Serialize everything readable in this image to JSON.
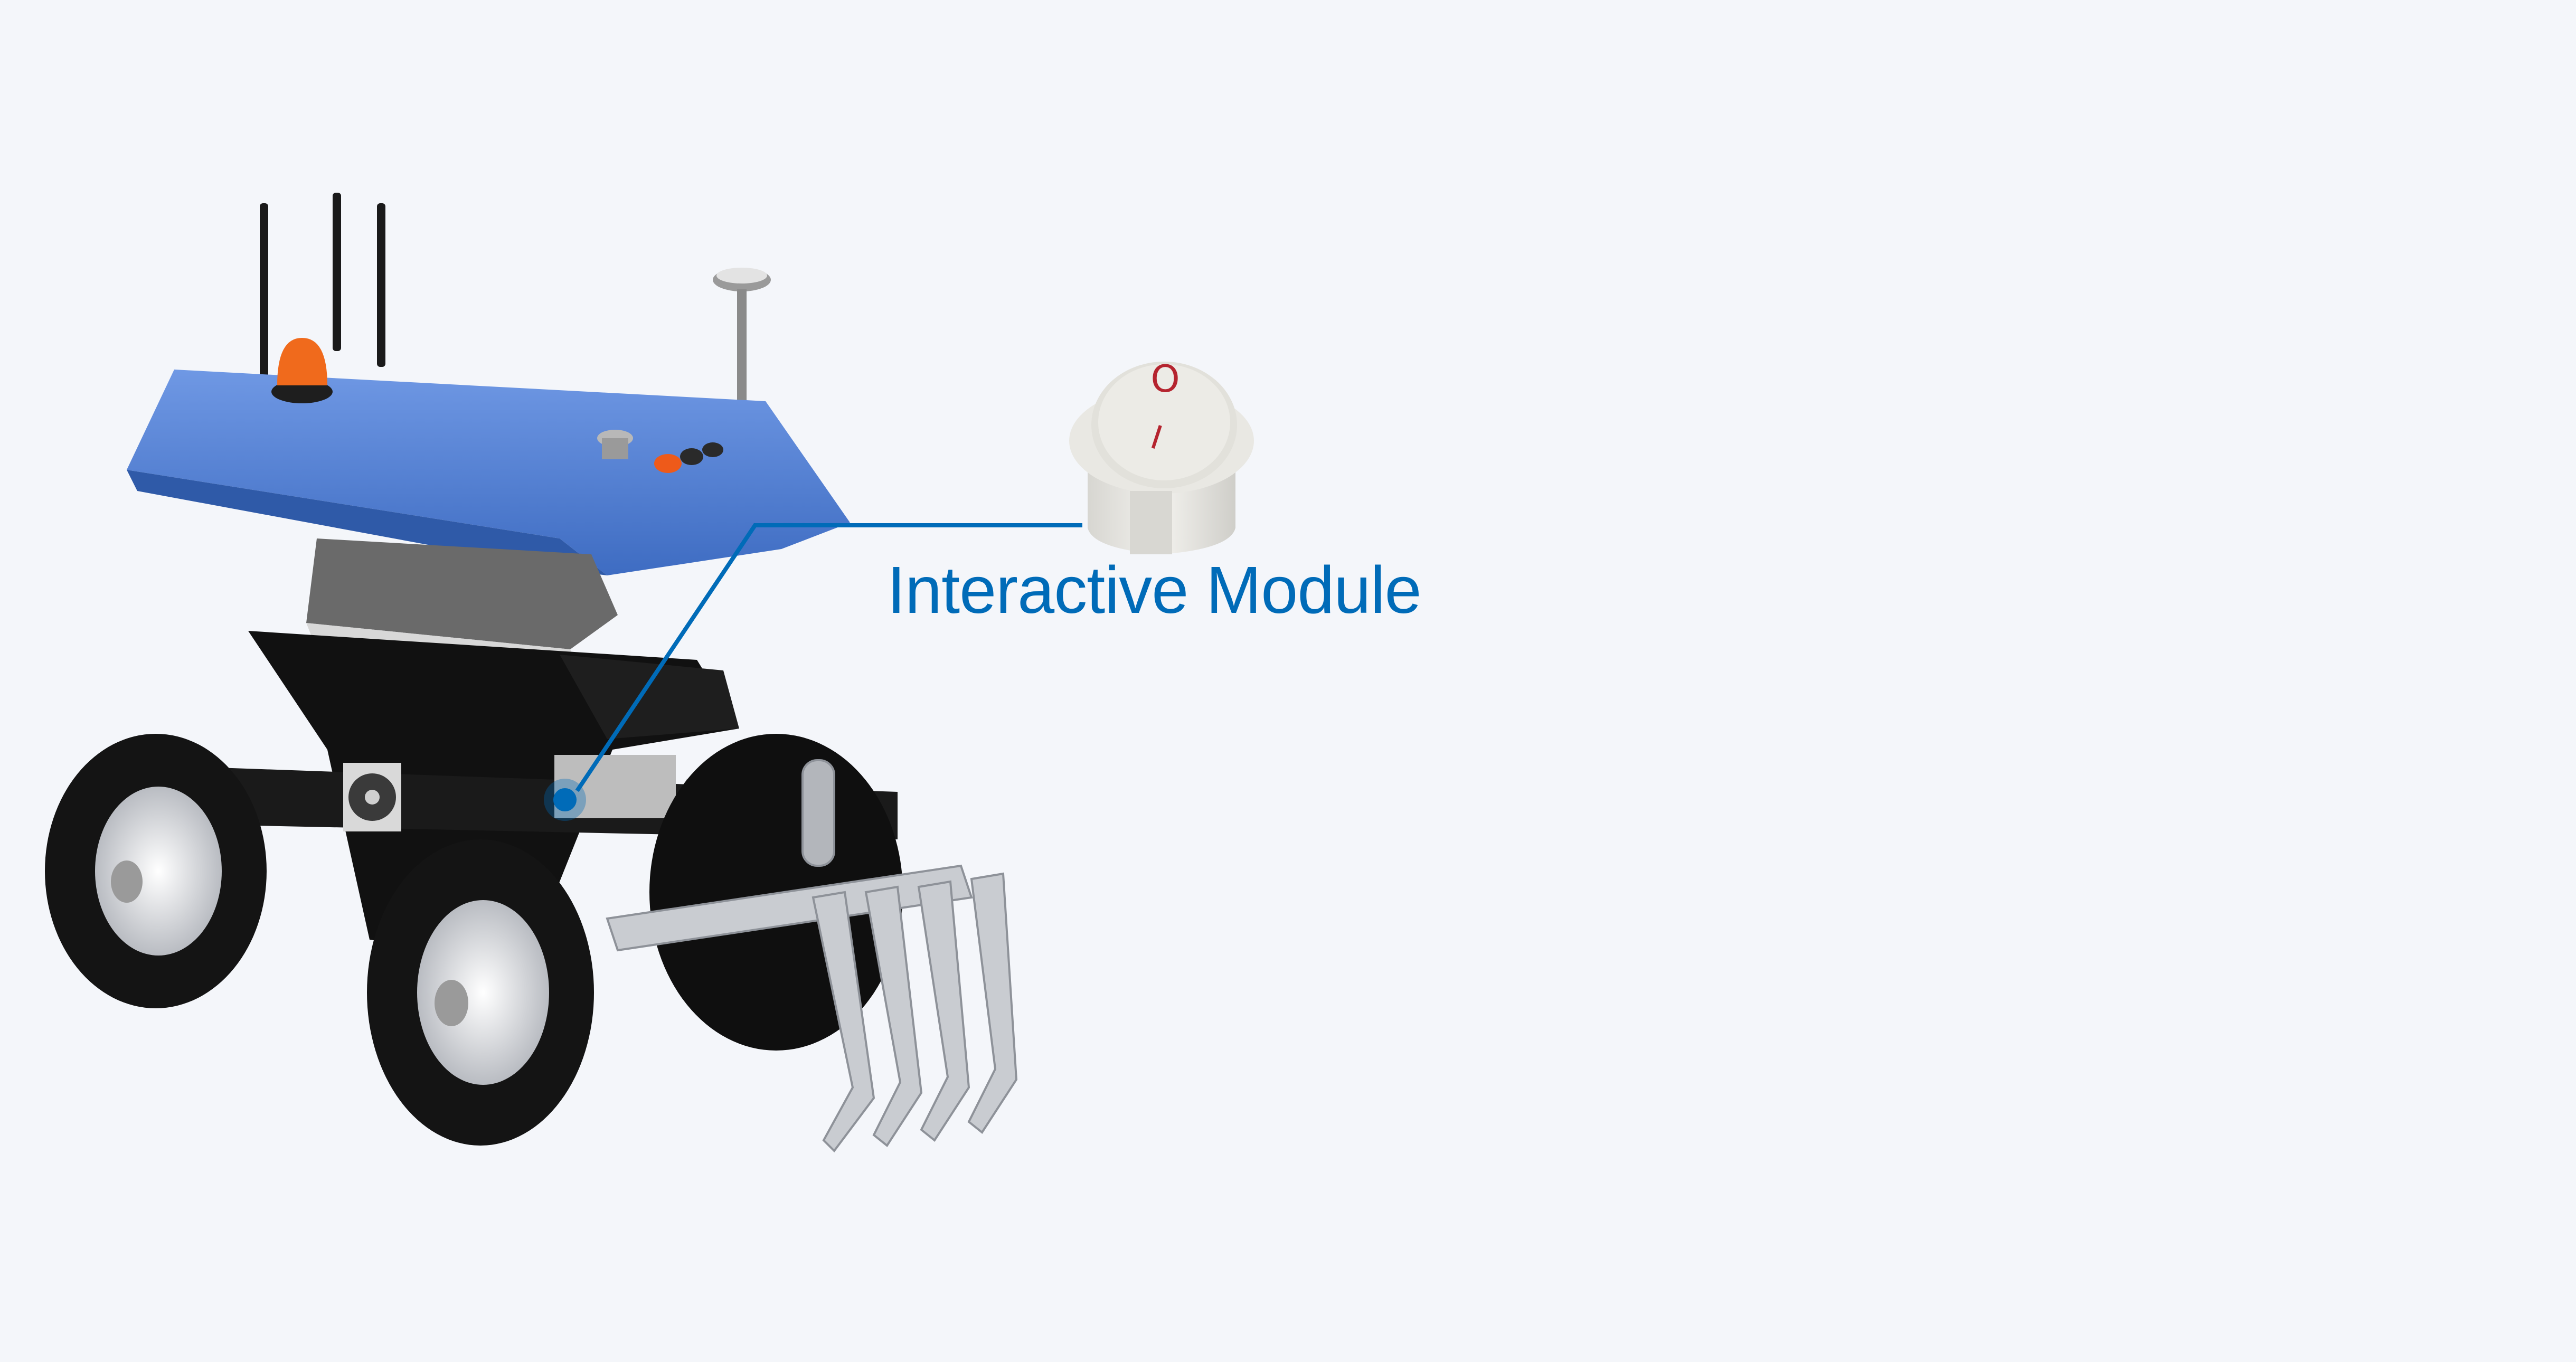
{
  "diagram": {
    "callout": {
      "label": "Interactive Module",
      "color": "#006bb8"
    },
    "component": {
      "name": "rocker-switch",
      "off_symbol": "O",
      "on_symbol": "I",
      "symbol_color": "#b5242f",
      "body_color": "#ecebe6"
    },
    "subject": {
      "name": "agricultural-robot",
      "top_plate_color": "#4f7fd1",
      "chassis_color": "#121212",
      "beacon_color": "#f06a1c"
    },
    "background": "#f4f6fa"
  }
}
